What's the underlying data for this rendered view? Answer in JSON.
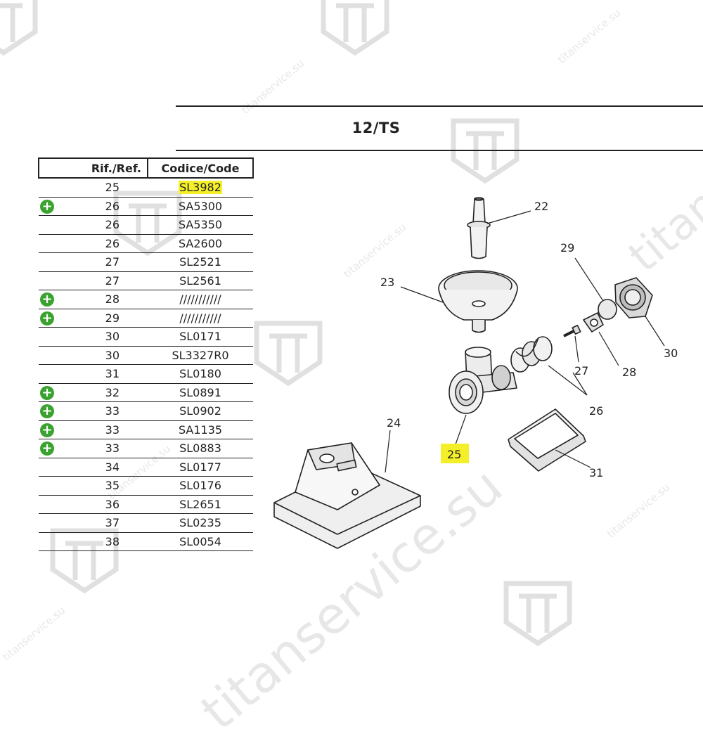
{
  "header": {
    "title": "12/TS"
  },
  "table": {
    "columns": [
      "Rif./Ref.",
      "Codice/Code"
    ],
    "rows": [
      {
        "ref": "25",
        "code": "SL3982",
        "new": false,
        "highlight": true
      },
      {
        "ref": "26",
        "code": "SA5300",
        "new": true,
        "highlight": false
      },
      {
        "ref": "26",
        "code": "SA5350",
        "new": false,
        "highlight": false
      },
      {
        "ref": "26",
        "code": "SA2600",
        "new": false,
        "highlight": false
      },
      {
        "ref": "27",
        "code": "SL2521",
        "new": false,
        "highlight": false
      },
      {
        "ref": "27",
        "code": "SL2561",
        "new": false,
        "highlight": false
      },
      {
        "ref": "28",
        "code": "///////////",
        "new": true,
        "highlight": false
      },
      {
        "ref": "29",
        "code": "///////////",
        "new": true,
        "highlight": false
      },
      {
        "ref": "30",
        "code": "SL0171",
        "new": false,
        "highlight": false
      },
      {
        "ref": "30",
        "code": "SL3327R0",
        "new": false,
        "highlight": false
      },
      {
        "ref": "31",
        "code": "SL0180",
        "new": false,
        "highlight": false
      },
      {
        "ref": "32",
        "code": "SL0891",
        "new": true,
        "highlight": false
      },
      {
        "ref": "33",
        "code": "SL0902",
        "new": true,
        "highlight": false
      },
      {
        "ref": "33",
        "code": "SA1135",
        "new": true,
        "highlight": false
      },
      {
        "ref": "33",
        "code": "SL0883",
        "new": true,
        "highlight": false
      },
      {
        "ref": "34",
        "code": "SL0177",
        "new": false,
        "highlight": false
      },
      {
        "ref": "35",
        "code": "SL0176",
        "new": false,
        "highlight": false
      },
      {
        "ref": "36",
        "code": "SL2651",
        "new": false,
        "highlight": false
      },
      {
        "ref": "37",
        "code": "SL0235",
        "new": false,
        "highlight": false
      },
      {
        "ref": "38",
        "code": "SL0054",
        "new": false,
        "highlight": false
      }
    ]
  },
  "diagram": {
    "callouts": [
      "22",
      "23",
      "24",
      "25",
      "26",
      "27",
      "28",
      "29",
      "30",
      "31"
    ],
    "highlighted_callout": "25"
  },
  "watermark": {
    "text_large": "titanservice.su",
    "text_small": "titanservice.su"
  },
  "colors": {
    "highlight": "#f5ef2a",
    "new_badge": "#3aa32f",
    "line": "#222222"
  },
  "icons": {
    "new_badge": "plus-circle-icon",
    "watermark_logo": "tt-logo-icon"
  }
}
